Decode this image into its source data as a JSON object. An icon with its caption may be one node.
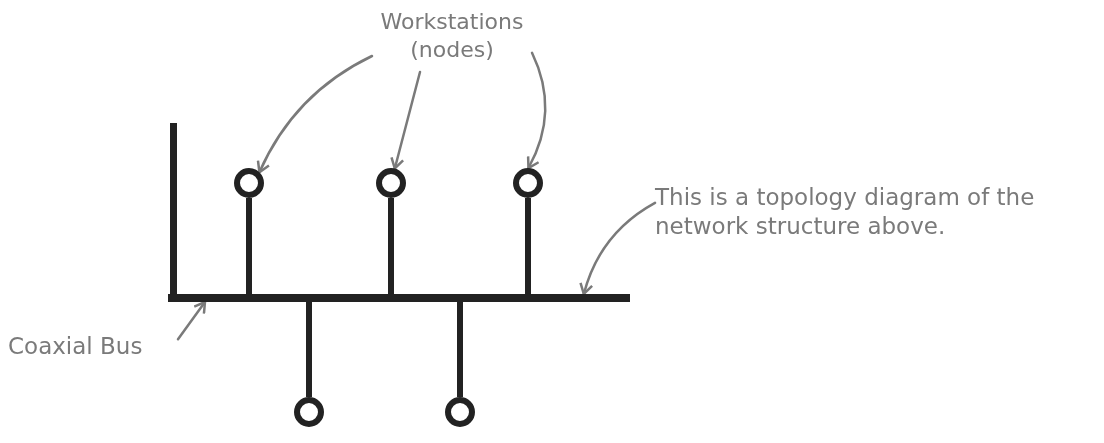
{
  "diagram": {
    "nodes": [
      {
        "text": [
          "Workstations (nodes)"
        ]
      },
      {
        "text": [
          "This is a topology diagram of the network structure above."
        ]
      },
      {
        "text": [
          "Coaxial Bus"
        ]
      },
      {
        "text": [],
        "shape": "bar"
      },
      {
        "text": [],
        "shape": "circle"
      },
      {
        "text": [],
        "shape": "circle"
      },
      {
        "text": [],
        "shape": "circle"
      },
      {
        "text": [],
        "shape": "circle"
      },
      {
        "text": [],
        "shape": "circle"
      }
    ],
    "edges": [
      {
        "from": 0,
        "to": 4,
        "arrow": "to"
      },
      {
        "from": 0,
        "to": 5,
        "arrow": "to"
      },
      {
        "from": 0,
        "to": 6,
        "arrow": "to"
      },
      {
        "from": 1,
        "to": 3,
        "arrow": "to"
      },
      {
        "from": 2,
        "to": 3,
        "arrow": "to"
      },
      {
        "from": 4,
        "to": 3,
        "arrow": "none",
        "style": "thick"
      },
      {
        "from": 5,
        "to": 3,
        "arrow": "none",
        "style": "thick"
      },
      {
        "from": 6,
        "to": 3,
        "arrow": "none",
        "style": "thick"
      },
      {
        "from": 7,
        "to": 3,
        "arrow": "none",
        "style": "thick"
      },
      {
        "from": 8,
        "to": 3,
        "arrow": "none",
        "style": "thick"
      }
    ]
  }
}
